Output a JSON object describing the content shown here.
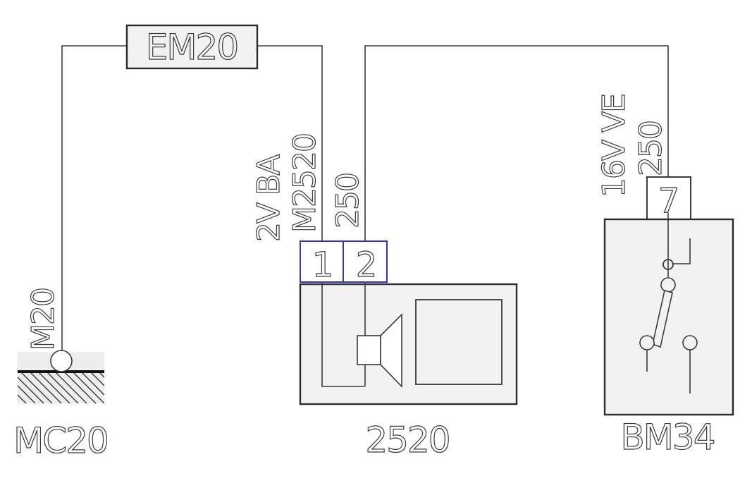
{
  "diagram_type": "automotive wiring schematic",
  "labels": {
    "relay": "EM20",
    "ground_wire": "M20",
    "ground_point": "MC20",
    "speaker_pin_1": "1",
    "speaker_pin_2": "2",
    "speaker_component": "2520",
    "wire_left_spec": "2V BA",
    "wire_left_code": "M2520",
    "wire_left_gauge": "250",
    "wire_right_spec": "16V VE",
    "wire_right_gauge": "250",
    "switch_pin": "7",
    "switch_component": "BM34"
  },
  "colors": {
    "line": "#3a3a3a",
    "connector_border": "#3434b8",
    "component_fill": "#f2f2f2",
    "background": "#ffffff"
  }
}
